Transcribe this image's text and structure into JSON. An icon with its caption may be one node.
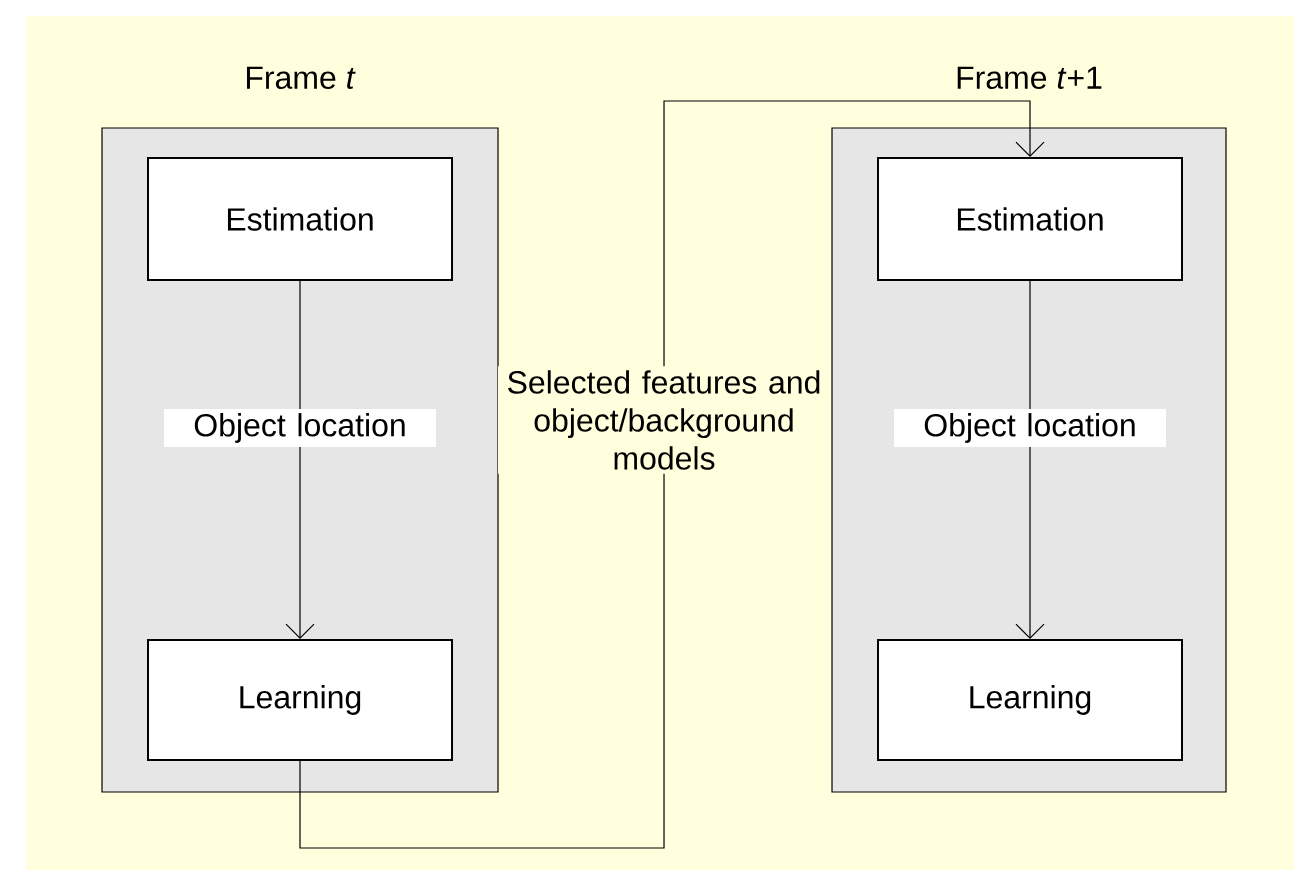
{
  "diagram": {
    "nodes": [
      {
        "text": [
          "Frame *t*"
        ]
      },
      {
        "text": [
          "Estimation"
        ],
        "in": 0
      },
      {
        "text": [
          "Learning"
        ],
        "in": 0
      },
      {
        "text": [
          "Frame *t*+1"
        ]
      },
      {
        "text": [
          "Estimation"
        ],
        "in": 3
      },
      {
        "text": [
          "Learning"
        ],
        "in": 3
      }
    ],
    "edges": [
      {
        "from": 1,
        "to": 2,
        "arrow": "to",
        "label": "Object location"
      },
      {
        "from": 4,
        "to": 5,
        "arrow": "to",
        "label": "Object location"
      },
      {
        "from": 2,
        "to": 4,
        "arrow": "to",
        "label": "Selected features and object/background models"
      }
    ]
  }
}
